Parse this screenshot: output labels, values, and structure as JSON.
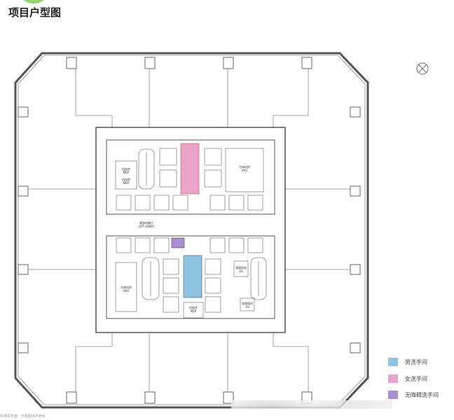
{
  "header": {
    "title": "项目户型图"
  },
  "plan": {
    "rooms": {
      "mep1": "机电房",
      "mep1_en": "MEP",
      "mep2": "机电房",
      "mep2_en": "MEP",
      "ahu1": "空调机房",
      "ahu1_en": "AHU",
      "lobby": "客梯电梯厅",
      "lobby_en": "LIFT LOBBY",
      "ahu2": "空调机房",
      "ahu2_en": "AHU",
      "es1": "强弱电间",
      "es1_en": "ES",
      "es2": "强弱电间",
      "es2_en": "ES",
      "mep3": "机电房",
      "mep3_en": "MEP"
    }
  },
  "legend": [
    {
      "label": "男洗手间",
      "color": "#8ec5e3"
    },
    {
      "label": "女洗手间",
      "color": "#e9a3c6"
    },
    {
      "label": "无障碍洗手间",
      "color": "#a98fcf"
    }
  ],
  "footer": {
    "caption": "标准层平面 · 示意图仅供参考"
  }
}
